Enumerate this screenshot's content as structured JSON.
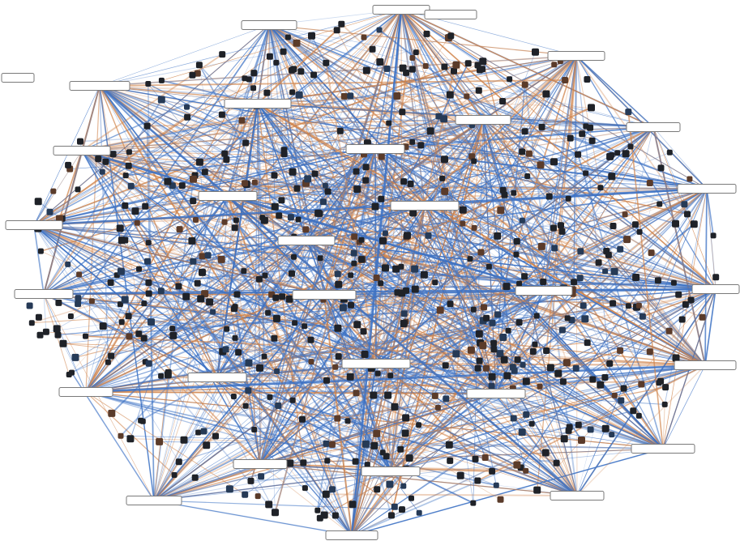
{
  "graph": {
    "colors": {
      "edge_primary": "#3d72c4",
      "edge_secondary": "#d0834a",
      "mini_node": "#1f2228",
      "label_border": "#7a7a7a"
    },
    "labeled_nodes": [
      {
        "id": "n1",
        "label": ""
      },
      {
        "id": "n2",
        "label": ""
      },
      {
        "id": "n3",
        "label": ""
      },
      {
        "id": "n4",
        "label": ""
      },
      {
        "id": "n5",
        "label": ""
      },
      {
        "id": "n6",
        "label": ""
      },
      {
        "id": "n7",
        "label": ""
      },
      {
        "id": "n8",
        "label": ""
      },
      {
        "id": "n9",
        "label": ""
      },
      {
        "id": "n10",
        "label": ""
      },
      {
        "id": "n11",
        "label": ""
      },
      {
        "id": "n12",
        "label": ""
      },
      {
        "id": "n13",
        "label": ""
      },
      {
        "id": "n14",
        "label": ""
      },
      {
        "id": "n15",
        "label": ""
      },
      {
        "id": "n16",
        "label": ""
      },
      {
        "id": "n17",
        "label": ""
      },
      {
        "id": "n18",
        "label": ""
      },
      {
        "id": "n19",
        "label": ""
      },
      {
        "id": "n20",
        "label": ""
      },
      {
        "id": "n21",
        "label": ""
      },
      {
        "id": "n22",
        "label": ""
      },
      {
        "id": "n23",
        "label": ""
      },
      {
        "id": "n24",
        "label": ""
      },
      {
        "id": "n25",
        "label": ""
      },
      {
        "id": "n26",
        "label": ""
      },
      {
        "id": "n27",
        "label": ""
      },
      {
        "id": "n28",
        "label": ""
      },
      {
        "id": "n29",
        "label": ""
      },
      {
        "id": "n30",
        "label": ""
      },
      {
        "id": "n31",
        "label": ""
      }
    ]
  }
}
